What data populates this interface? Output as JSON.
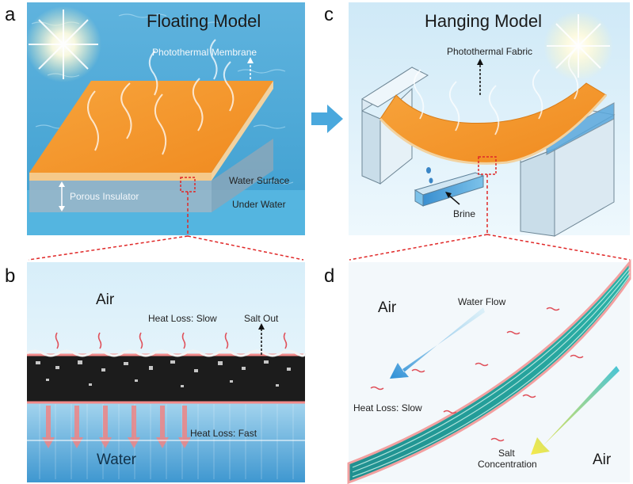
{
  "panels": {
    "a": {
      "letter": "a",
      "title": "Floating Model",
      "labels": {
        "membrane": "Photothermal Membrane",
        "surface": "Water Surface",
        "insulator": "Porous Insulator",
        "under": "Under Water"
      }
    },
    "b": {
      "letter": "b",
      "labels": {
        "air": "Air",
        "heat_slow": "Heat Loss: Slow",
        "salt_out": "Salt Out",
        "heat_fast": "Heat Loss: Fast",
        "water": "Water"
      }
    },
    "c": {
      "letter": "c",
      "title": "Hanging Model",
      "labels": {
        "fabric": "Photothermal Fabric",
        "brine": "Brine"
      }
    },
    "d": {
      "letter": "d",
      "labels": {
        "air_left": "Air",
        "water_flow": "Water Flow",
        "heat_slow": "Heat Loss: Slow",
        "salt_line1": "Salt",
        "salt_line2": "Concentration",
        "air_right": "Air"
      }
    }
  },
  "colors": {
    "water": "#4fa9d6",
    "membrane": "#f39a2c",
    "insulator": "#9fb9c9",
    "air_bg": "#eaf5fb",
    "fabric": "#2aa6a0",
    "heat_wave": "#e0505a",
    "dashed_link": "#e02828",
    "arrow_blue": "#4aa8dd"
  }
}
